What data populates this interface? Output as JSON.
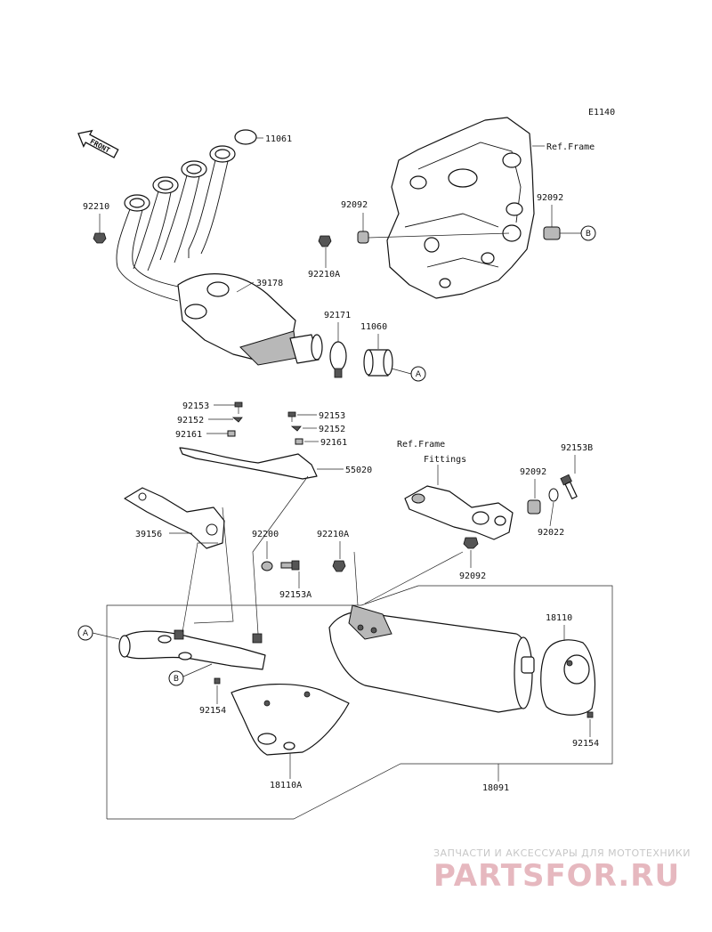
{
  "diagram_code": "E1140",
  "front_label": "FRONT",
  "parts": {
    "p11061": "11061",
    "p92210_top": "92210",
    "p39178": "39178",
    "p92092_top": "92092",
    "p92210A_top": "92210A",
    "p92092_right": "92092",
    "p92171": "92171",
    "p11060": "11060",
    "p92153_left": "92153",
    "p92152_left": "92152",
    "p92161_left": "92161",
    "p92153_mid": "92153",
    "p92152_mid": "92152",
    "p92161_mid": "92161",
    "p55020": "55020",
    "p39156": "39156",
    "p92200": "92200",
    "p92153A": "92153A",
    "p92210A_mid": "92210A",
    "p92153B": "92153B",
    "p92092_mid": "92092",
    "p92022": "92022",
    "p92092_low": "92092",
    "p18110": "18110",
    "p92154_left": "92154",
    "p92154_right": "92154",
    "p18110A": "18110A",
    "p18091": "18091"
  },
  "ref_frame": "Ref.Frame",
  "ref_frame_fittings_1": "Ref.Frame",
  "ref_frame_fittings_2": "Fittings",
  "markers": {
    "a": "A",
    "b": "B"
  },
  "watermark": {
    "tagline": "ЗАПЧАСТИ И АКСЕССУАРЫ ДЛЯ МОТОТЕХНИКИ",
    "logo": "PARTSFOR.RU"
  }
}
